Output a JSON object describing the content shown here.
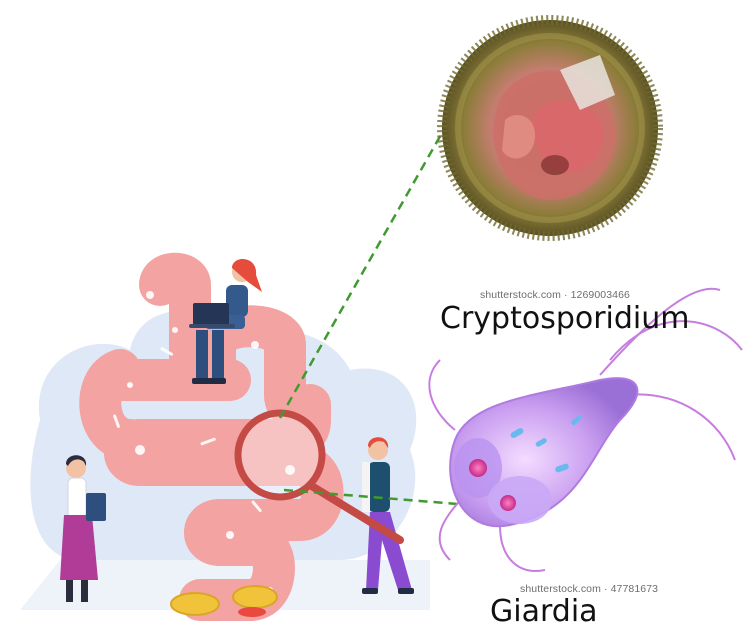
{
  "labels": {
    "cryptosporidium": "Cryptosporidium",
    "giardia": "Giardia"
  },
  "credits": {
    "cryptosporidium": "shutterstock.com · 1269003466",
    "giardia": "shutterstock.com · 47781673"
  },
  "colors": {
    "intestine": "#f3a3a1",
    "intestine_dark": "#e27f7e",
    "background_blob": "#dbe5f6",
    "magnifier_ring": "#c44a45",
    "callout_line": "#3f9a2f",
    "giardia_body": "#d6a8f2",
    "giardia_nucleus": "#d63b98",
    "cyst_shell": "#8a7a2c",
    "cyst_inside": "#c86a65",
    "coins": "#f0c33b"
  },
  "icons": {
    "magnifier": "magnifier-icon",
    "laptop": "laptop-icon",
    "clipboard": "clipboard-icon"
  }
}
